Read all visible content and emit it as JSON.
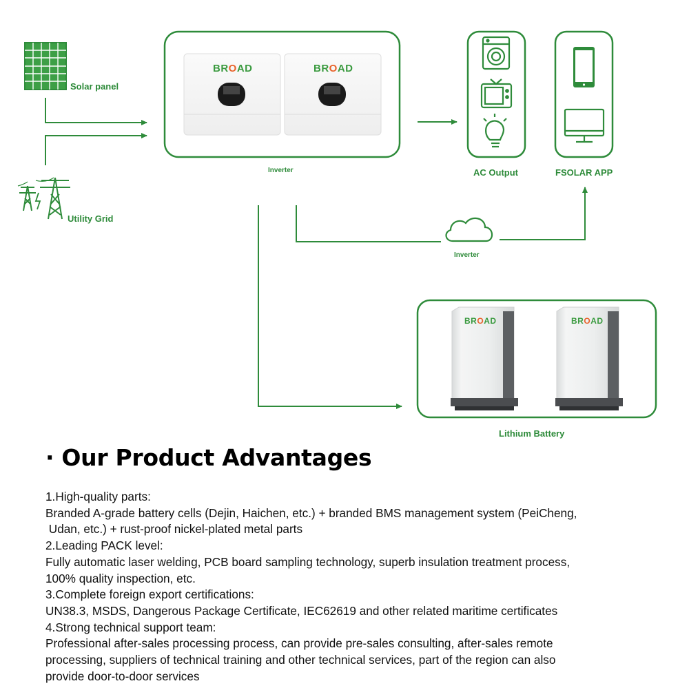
{
  "diagram": {
    "labels": {
      "solar_panel": "Solar panel",
      "utility_grid": "Utility Grid",
      "inverter": "Inverter",
      "cloud": "Inverter",
      "ac_output": "AC Output",
      "app": "FSOLAR APP",
      "battery": "Lithium Battery"
    },
    "brand": "BROAD",
    "colors": {
      "accent": "#2e8b3a",
      "brand_green": "#3a9a3f",
      "brand_orange": "#e8622a"
    },
    "icons": [
      "solar-panel-icon",
      "power-tower-icon",
      "washing-machine-icon",
      "tv-icon",
      "light-bulb-icon",
      "smartphone-icon",
      "monitor-icon",
      "cloud-icon"
    ]
  },
  "advantages": {
    "heading": "· Our Product Advantages",
    "lines": [
      "1.High-quality parts:",
      "Branded A-grade battery cells (Dejin, Haichen, etc.) + branded BMS management system (PeiCheng,",
      " Udan, etc.) + rust-proof nickel-plated metal parts",
      "2.Leading PACK level:",
      "Fully automatic laser welding, PCB board sampling technology, superb insulation treatment process,",
      "100% quality inspection, etc.",
      "3.Complete foreign export certifications:",
      "UN38.3, MSDS, Dangerous Package Certificate, IEC62619 and other related maritime certificates",
      "4.Strong technical support team:",
      "Professional after-sales processing process, can provide pre-sales consulting, after-sales remote",
      "processing, suppliers of technical training and other technical services, part of the region can also",
      "provide door-to-door services"
    ]
  }
}
